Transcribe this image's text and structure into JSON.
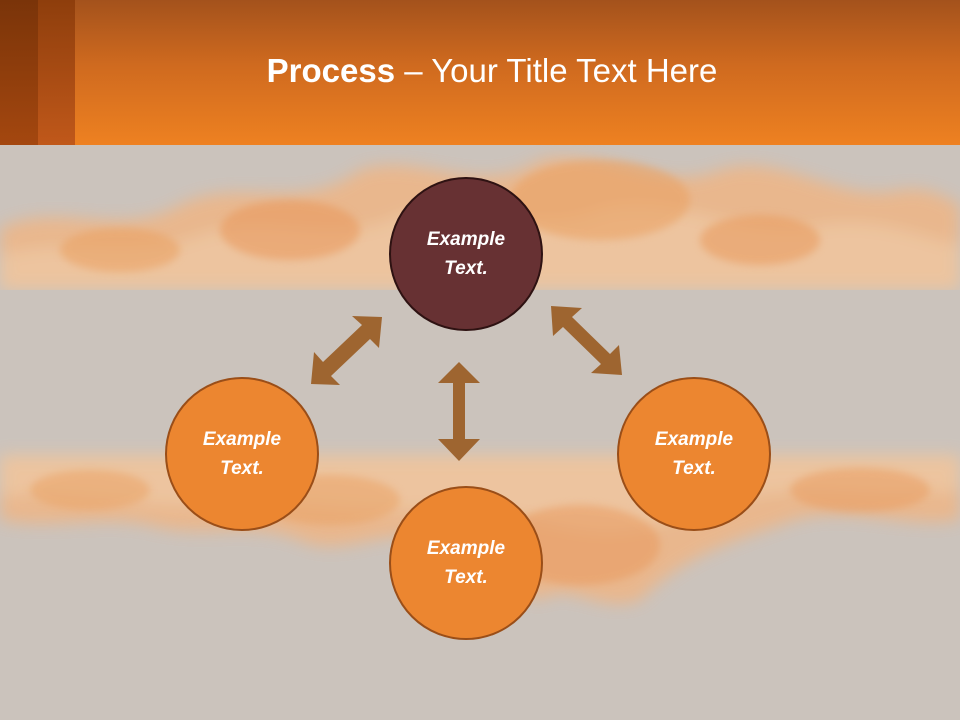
{
  "title": {
    "bold": "Process",
    "rest": " – Your Title Text Here"
  },
  "nodes": {
    "top": "Example Text.",
    "left": "Example Text.",
    "right": "Example Text.",
    "bottom": "Example Text."
  },
  "colors": {
    "header": "#e67a22",
    "background": "#cbc3bc",
    "center_circle": "#673133",
    "outer_circle": "#ec8630",
    "arrow": "#9e6530"
  }
}
